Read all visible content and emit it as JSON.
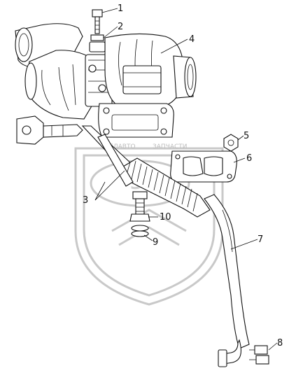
{
  "callouts": {
    "c1": "1",
    "c2": "2",
    "c3": "3",
    "c4": "4",
    "c5": "5",
    "c6": "6",
    "c7": "7",
    "c8": "8",
    "c9": "9",
    "c10": "10"
  },
  "watermark": {
    "left": "БЕЛАВТО",
    "right": "ЗАПЧАСТИ",
    "mark": "ЗЭН"
  }
}
